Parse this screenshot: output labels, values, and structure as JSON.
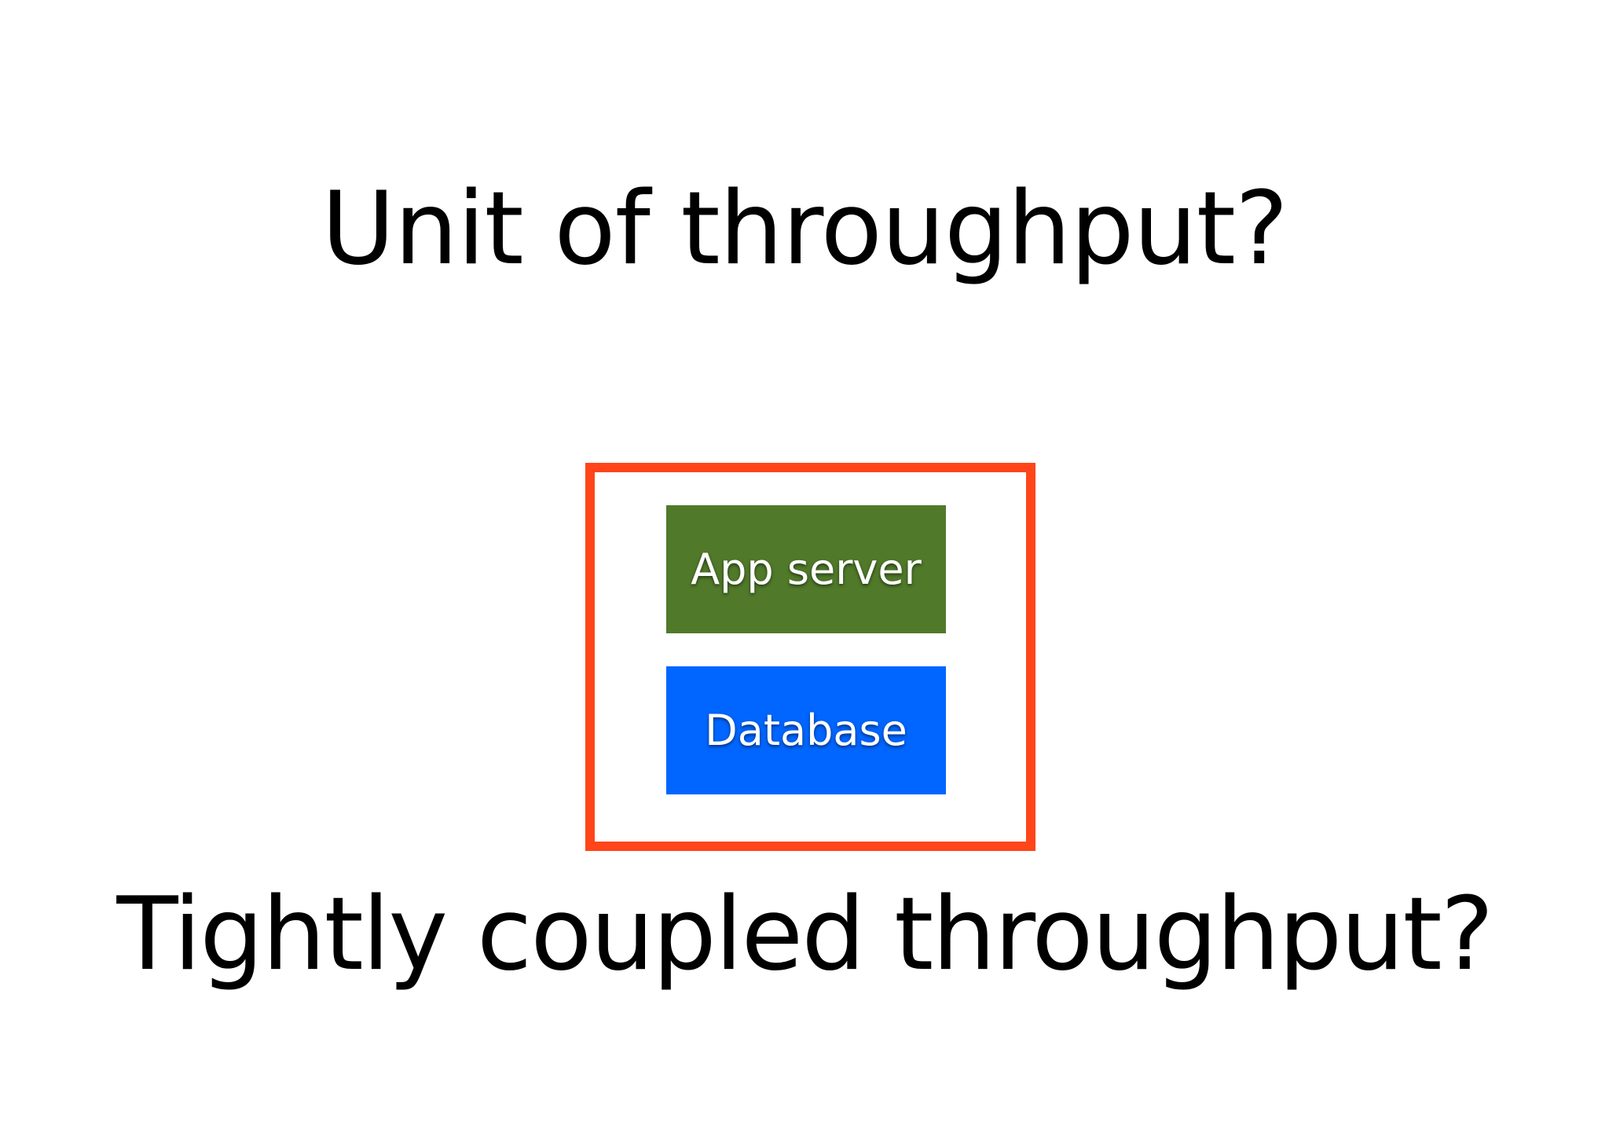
{
  "slide": {
    "title": "Unit of throughput?",
    "subtitle": "Tightly coupled throughput?"
  },
  "diagram": {
    "frame_color": "#ff4519",
    "layers": [
      {
        "label": "App server",
        "color": "#507a2a"
      },
      {
        "label": "Database",
        "color": "#0066ff"
      }
    ]
  }
}
